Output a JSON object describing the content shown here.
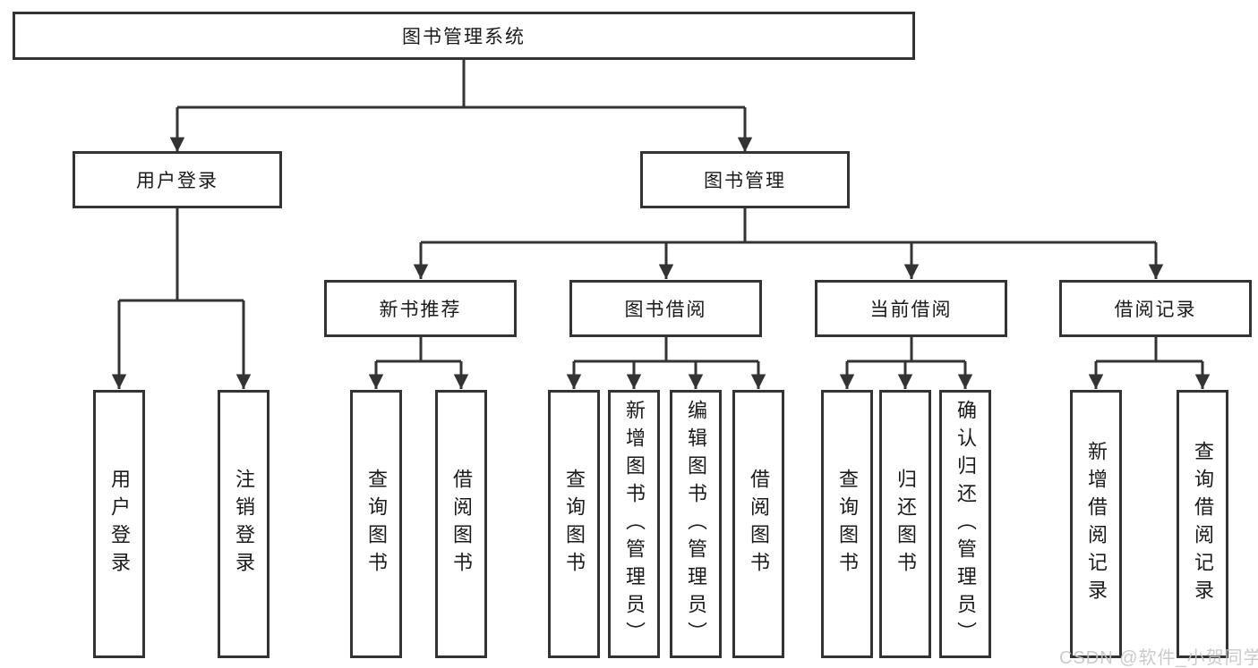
{
  "diagram": {
    "title": "图书管理系统",
    "tree": {
      "root": "图书管理系统",
      "children": [
        {
          "label": "用户登录",
          "children": [
            "用户登录",
            "注销登录"
          ]
        },
        {
          "label": "图书管理",
          "children": [
            {
              "label": "新书推荐",
              "children": [
                "查询图书",
                "借阅图书"
              ]
            },
            {
              "label": "图书借阅",
              "children": [
                "查询图书",
                "新增图书（管理员）",
                "编辑图书（管理员）",
                "借阅图书"
              ]
            },
            {
              "label": "当前借阅",
              "children": [
                "查询图书",
                "归还图书",
                "确认归还（管理员）"
              ]
            },
            {
              "label": "借阅记录",
              "children": [
                "新增借阅记录",
                "查询借阅记录"
              ]
            }
          ]
        }
      ]
    },
    "colors": {
      "line": "#333333",
      "box_border": "#333333",
      "box_fill": "#ffffff",
      "text": "#1a1a1a",
      "watermark": "#c6c6c6",
      "background": "#ffffff"
    },
    "watermark": "CSDN @软件_小贺同学"
  }
}
